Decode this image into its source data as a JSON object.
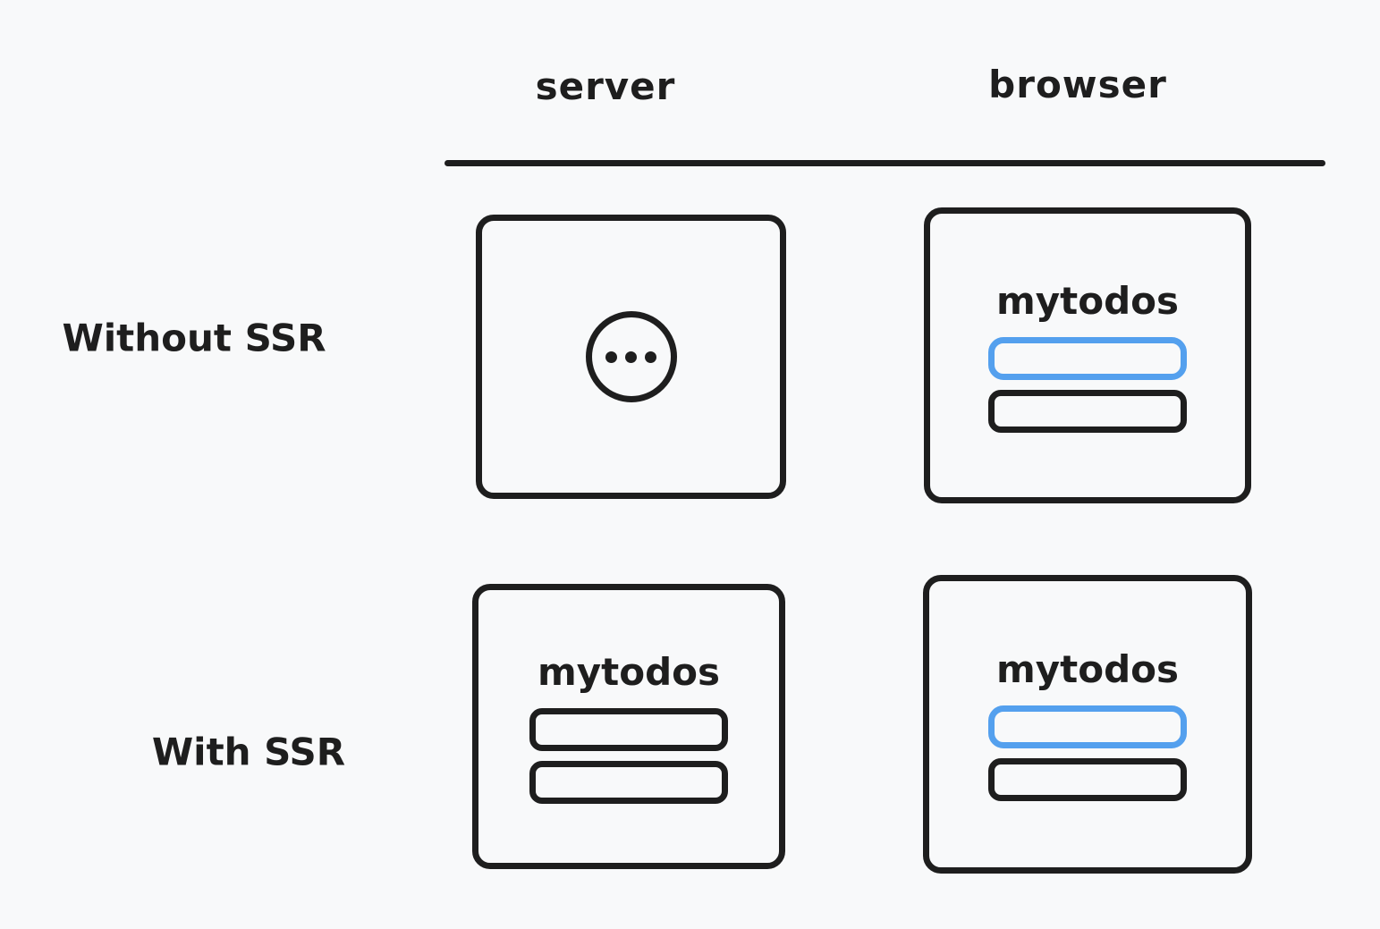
{
  "diagram": {
    "header": {
      "columns": [
        {
          "id": "server",
          "label": "server"
        },
        {
          "id": "browser",
          "label": "browser"
        }
      ]
    },
    "rows": [
      {
        "id": "without_ssr",
        "label": "Without SSR"
      },
      {
        "id": "with_ssr",
        "label": "With SSR"
      }
    ],
    "cells": {
      "without_ssr_server": {
        "content": "loading-ellipsis-icon"
      },
      "without_ssr_browser": {
        "app_title": "mytodos",
        "bars": [
          "accent",
          "default"
        ]
      },
      "with_ssr_server": {
        "app_title": "mytodos",
        "bars": [
          "default",
          "default"
        ]
      },
      "with_ssr_browser": {
        "app_title": "mytodos",
        "bars": [
          "accent",
          "default"
        ]
      }
    },
    "colors": {
      "ink": "#1e1e1e",
      "accent": "#54a0ee",
      "background": "#f8f9fa"
    }
  }
}
